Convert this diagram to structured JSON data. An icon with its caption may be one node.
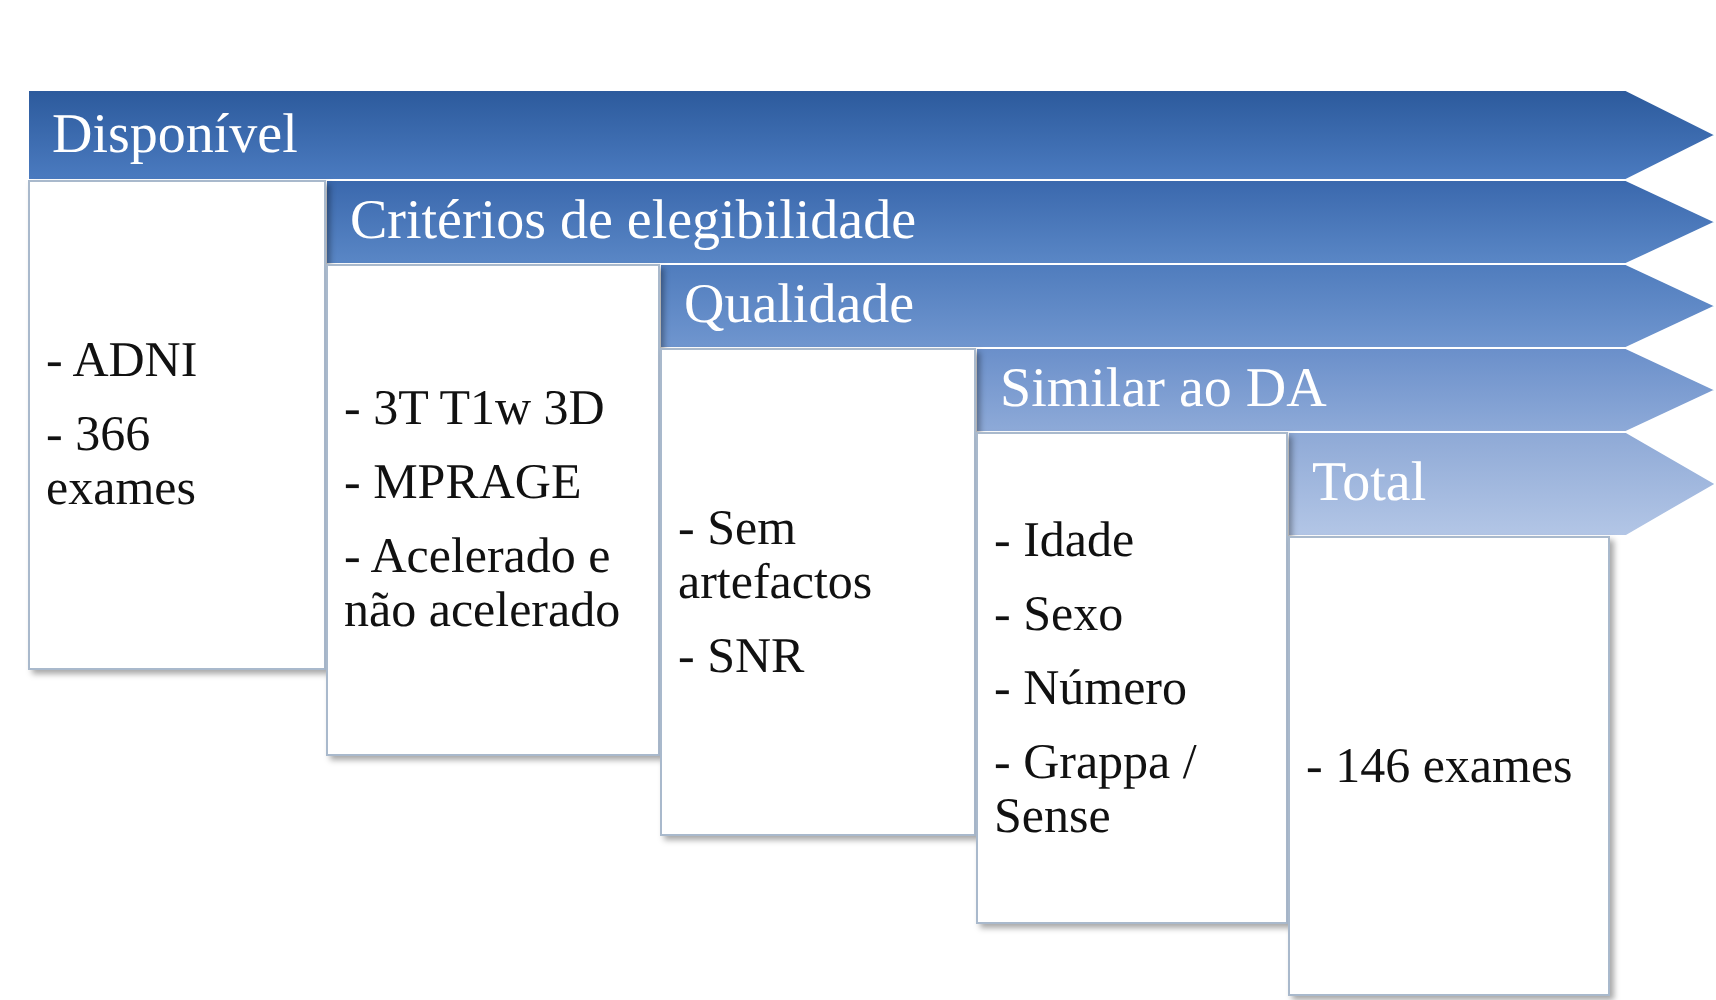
{
  "diagram": {
    "nodes": [
      {
        "text": [
          "Disponível"
        ]
      },
      {
        "text": [
          "- ADNI",
          "- 366 exames"
        ]
      },
      {
        "text": [
          "Critérios de elegibilidade"
        ]
      },
      {
        "text": [
          "- 3T T1w 3D",
          "- MPRAGE",
          "- Acelerado e não acelerado"
        ]
      },
      {
        "text": [
          "Qualidade"
        ]
      },
      {
        "text": [
          "- Sem artefactos",
          "- SNR"
        ]
      },
      {
        "text": [
          "Similar ao DA"
        ]
      },
      {
        "text": [
          "- Idade",
          "- Sexo",
          "- Número",
          "- Grappa / Sense"
        ]
      },
      {
        "text": [
          "Total"
        ]
      },
      {
        "text": [
          "- 146 exames"
        ]
      }
    ],
    "edges": []
  }
}
